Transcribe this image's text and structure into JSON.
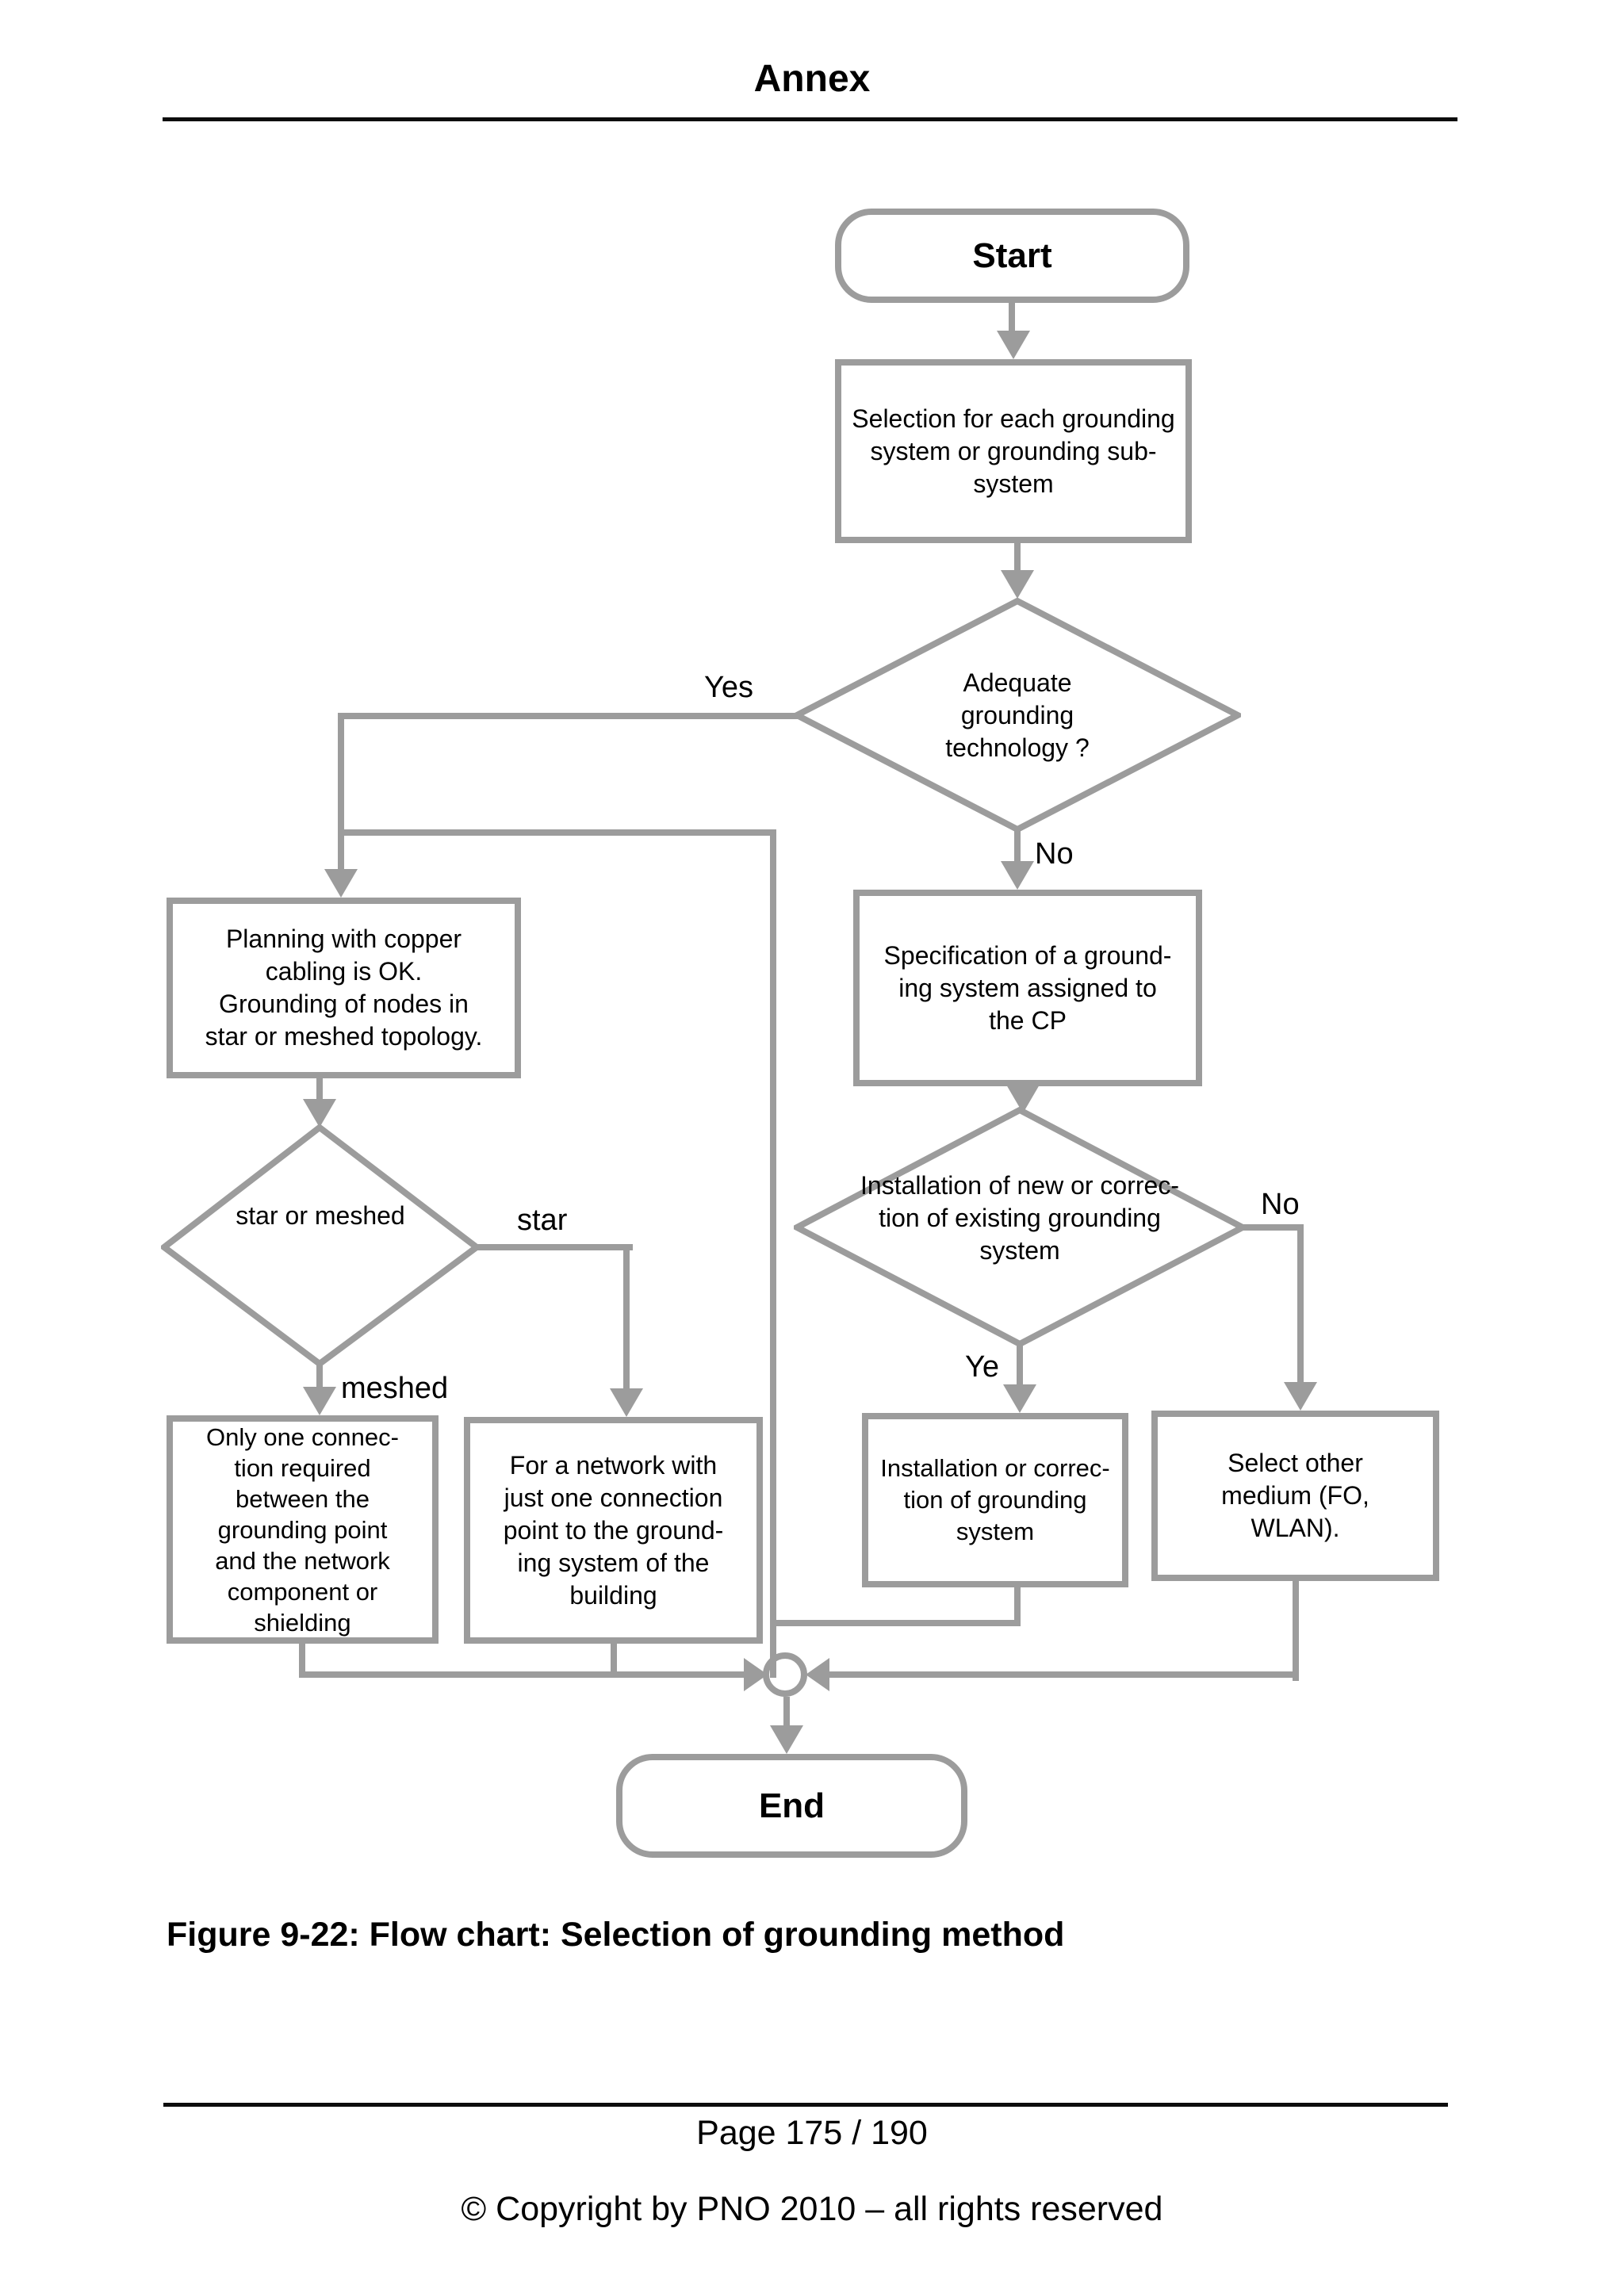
{
  "page": {
    "title": "Annex",
    "caption": "Figure 9-22: Flow chart: Selection of grounding method",
    "page_number": "Page 175 / 190",
    "copyright": "© Copyright by PNO 2010 – all rights reserved"
  },
  "colors": {
    "line": "#9c9c9c",
    "text": "#000000",
    "background": "#ffffff"
  },
  "flowchart": {
    "nodes": {
      "start": {
        "label": "Start"
      },
      "selection": {
        "label": "Selection for each grounding\nsystem or grounding sub-\nsystem"
      },
      "adequate": {
        "label": "Adequate\ngrounding\ntechnology ?"
      },
      "planning": {
        "label": "Planning with copper\ncabling is OK.\nGrounding of nodes in\nstar or meshed topology."
      },
      "star_or_meshed": {
        "label": "star or meshed"
      },
      "only_one_connection": {
        "label": "Only one connec-\ntion required\nbetween the\ngrounding point\nand the network\ncomponent or\nshielding"
      },
      "network_one_point": {
        "label": "For a network with\njust one connection\npoint to the ground-\ning system of the\nbuilding"
      },
      "specification": {
        "label": "Specification of a ground-\ning system assigned to\nthe CP"
      },
      "installation_new_or_correction": {
        "label": "Installation of new or correc-\ntion of existing grounding\nsystem"
      },
      "installation_or_correction": {
        "label": "Installation or correc-\ntion of grounding\nsystem"
      },
      "select_other_medium": {
        "label": "Select other\nmedium (FO,\nWLAN)."
      },
      "end": {
        "label": "End"
      }
    },
    "edge_labels": {
      "yes": "Yes",
      "no_adequate": "No",
      "star": "star",
      "meshed": "meshed",
      "ye": "Ye",
      "no_installation": "No"
    }
  }
}
